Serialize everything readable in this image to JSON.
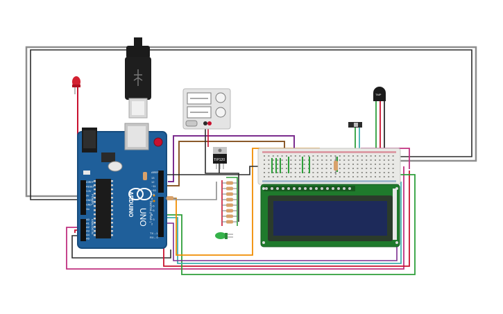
{
  "colors": {
    "board": "#1f5f9a",
    "board_dark": "#174c7d",
    "lcd_green": "#1f7a2c",
    "lcd_screen": "#1d2a5a",
    "breadboard": "#e9e9e6",
    "wire_gray": "#8e8e8e",
    "wire_dark": "#2b2b2b",
    "wire_red": "#c8102e",
    "wire_orange": "#f08c00",
    "wire_purple": "#7b2c8e",
    "wire_brown": "#8b5a2b",
    "wire_green": "#2e9e3a",
    "wire_teal": "#3fb0b0",
    "wire_magenta": "#c0307f"
  },
  "arduino": {
    "brand": "ARDUINO",
    "model": "UNO",
    "header_aref": "AREF",
    "header_digital": "DIGITAL (PWM~)",
    "header_tx": "TX→1",
    "header_rx": "RX←0",
    "power_labels": [
      "IOREF",
      "RESET",
      "3.3V",
      "5V",
      "GND",
      "GND",
      "Vin"
    ],
    "power_header": "POWER",
    "analog_labels": [
      "A0",
      "A1",
      "A2",
      "A3",
      "A4",
      "A5"
    ],
    "analog_header": "ANALOG IN",
    "pin_numbers": [
      "13",
      "12",
      "~11",
      "~10",
      "~9",
      "8",
      "7",
      "~6",
      "~5",
      "4",
      "~3",
      "2"
    ]
  },
  "components": {
    "regulator_label": "TIP120",
    "temp_sensor_label": "TMP"
  },
  "icons": {
    "usb_plug": "usb-plug-icon",
    "led": "red-led-icon",
    "power_supply": "power-supply-icon"
  }
}
